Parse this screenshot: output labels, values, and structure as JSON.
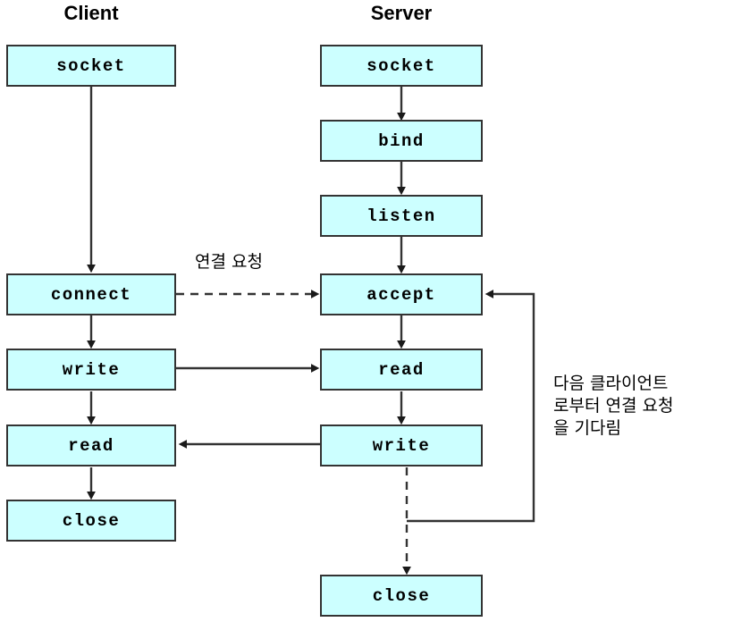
{
  "diagram": {
    "title_client": "Client",
    "title_server": "Server",
    "palette": {
      "node_fill": "#ccffff",
      "node_border": "#333333",
      "edge": "#333333",
      "text": "#000000",
      "background": "#ffffff"
    },
    "columns": [
      {
        "name": "client",
        "header": "Client",
        "nodes": [
          {
            "id": "client-socket",
            "label": "socket"
          },
          {
            "id": "client-connect",
            "label": "connect"
          },
          {
            "id": "client-write",
            "label": "write"
          },
          {
            "id": "client-read",
            "label": "read"
          },
          {
            "id": "client-close",
            "label": "close"
          }
        ]
      },
      {
        "name": "server",
        "header": "Server",
        "nodes": [
          {
            "id": "server-socket",
            "label": "socket"
          },
          {
            "id": "server-bind",
            "label": "bind"
          },
          {
            "id": "server-listen",
            "label": "listen"
          },
          {
            "id": "server-accept",
            "label": "accept"
          },
          {
            "id": "server-read",
            "label": "read"
          },
          {
            "id": "server-write",
            "label": "write"
          },
          {
            "id": "server-close",
            "label": "close"
          }
        ]
      }
    ],
    "annotations": {
      "connection_request": "연결 요청",
      "wait_next_client": "다음 클라이언트\n로부터 연결 요청\n을 기다림"
    },
    "edges": [
      {
        "from": "client-socket",
        "to": "client-connect",
        "style": "solid",
        "direction": "down"
      },
      {
        "from": "client-connect",
        "to": "client-write",
        "style": "solid",
        "direction": "down"
      },
      {
        "from": "client-write",
        "to": "client-read",
        "style": "solid",
        "direction": "down"
      },
      {
        "from": "client-read",
        "to": "client-close",
        "style": "solid",
        "direction": "down"
      },
      {
        "from": "server-socket",
        "to": "server-bind",
        "style": "solid",
        "direction": "down"
      },
      {
        "from": "server-bind",
        "to": "server-listen",
        "style": "solid",
        "direction": "down"
      },
      {
        "from": "server-listen",
        "to": "server-accept",
        "style": "solid",
        "direction": "down"
      },
      {
        "from": "server-accept",
        "to": "server-read",
        "style": "solid",
        "direction": "down"
      },
      {
        "from": "server-read",
        "to": "server-write",
        "style": "solid",
        "direction": "down"
      },
      {
        "from": "server-write",
        "to": "server-close",
        "style": "dashed",
        "direction": "down"
      },
      {
        "from": "client-connect",
        "to": "server-accept",
        "style": "dashed",
        "direction": "right",
        "label": "연결 요청"
      },
      {
        "from": "client-write",
        "to": "server-read",
        "style": "solid",
        "direction": "right"
      },
      {
        "from": "server-write",
        "to": "client-read",
        "style": "solid",
        "direction": "left"
      },
      {
        "from": "server-write",
        "to": "server-accept",
        "style": "solid",
        "direction": "loop",
        "label": "다음 클라이언트 로부터 연결 요청 을 기다림"
      }
    ]
  }
}
